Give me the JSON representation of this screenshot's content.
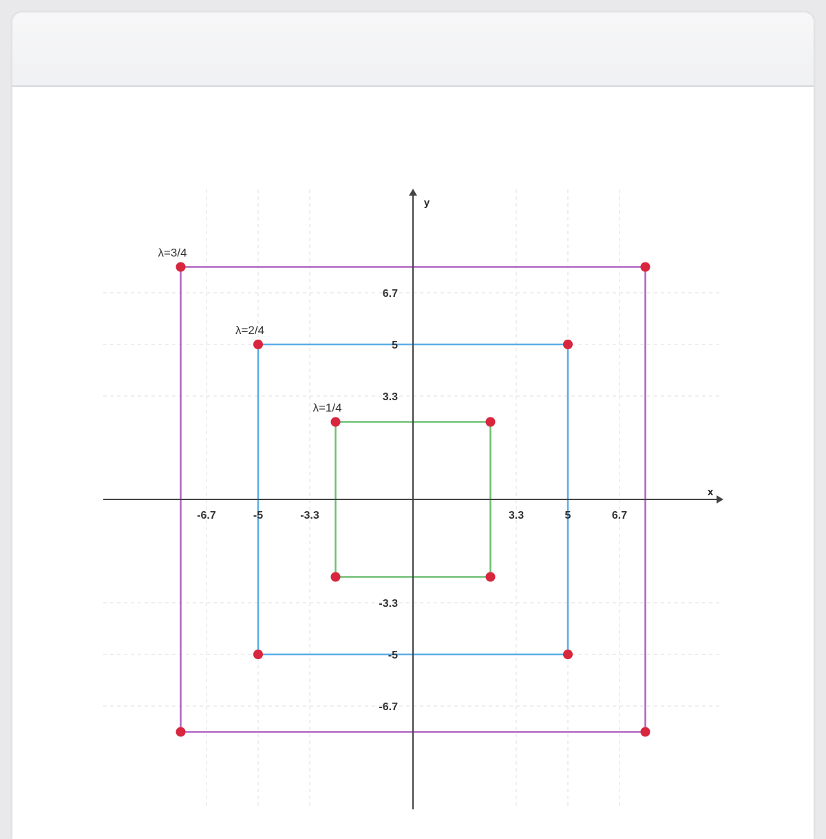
{
  "chart_data": {
    "type": "line",
    "xlabel": "x",
    "ylabel": "y",
    "xlim": [
      -10,
      10
    ],
    "ylim": [
      -10,
      10
    ],
    "grid": true,
    "x_ticks": [
      -6.7,
      -5,
      -3.3,
      3.3,
      5,
      6.7
    ],
    "y_ticks": [
      6.7,
      5,
      3.3,
      -3.3,
      -5,
      -6.7
    ],
    "series": [
      {
        "name": "λ=1/4",
        "color": "#6fbf73",
        "vertices": [
          [
            -2.5,
            2.5
          ],
          [
            2.5,
            2.5
          ],
          [
            2.5,
            -2.5
          ],
          [
            -2.5,
            -2.5
          ]
        ]
      },
      {
        "name": "λ=2/4",
        "color": "#5aaee8",
        "vertices": [
          [
            -5,
            5
          ],
          [
            5,
            5
          ],
          [
            5,
            -5
          ],
          [
            -5,
            -5
          ]
        ]
      },
      {
        "name": "λ=3/4",
        "color": "#b064c0",
        "vertices": [
          [
            -7.5,
            7.5
          ],
          [
            7.5,
            7.5
          ],
          [
            7.5,
            -7.5
          ],
          [
            -7.5,
            -7.5
          ]
        ]
      }
    ],
    "point_color": "#d7263d"
  }
}
